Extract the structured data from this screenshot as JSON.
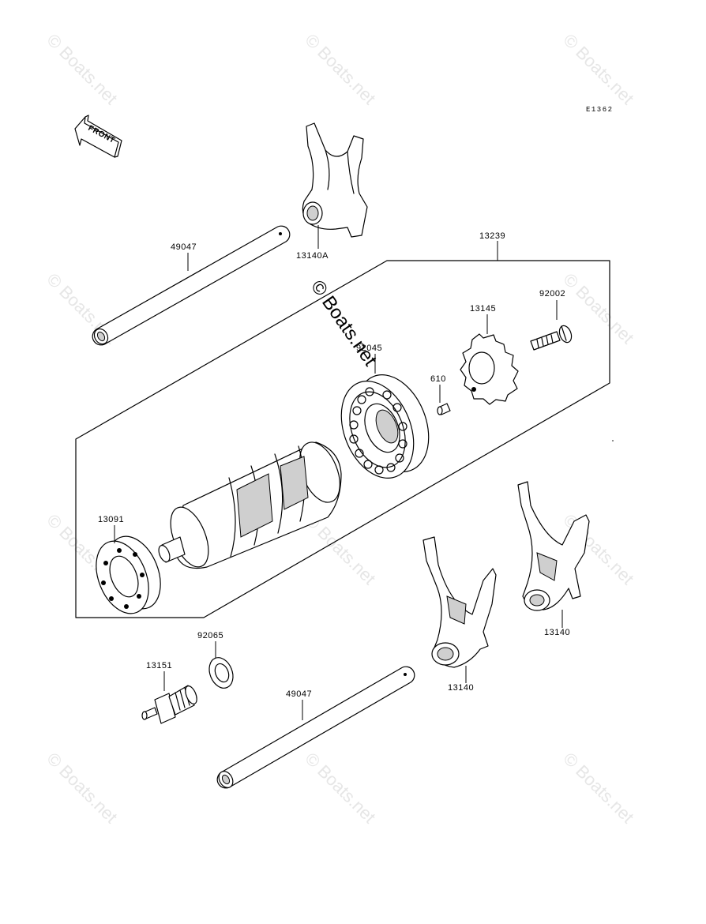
{
  "diagram": {
    "code": "E1362",
    "front_label": "FRONT",
    "watermark": "© Boats.net",
    "parts": {
      "shaft_top": "49047",
      "fork_top": "13140A",
      "drum_assy": "13239",
      "bolt": "92002",
      "star_plate": "13145",
      "bearing_main": "92045",
      "pin": "610",
      "bearing_small": "13091",
      "washer": "92065",
      "switch": "13151",
      "shaft_bottom": "49047",
      "fork_right": "13140",
      "fork_middle": "13140"
    }
  }
}
